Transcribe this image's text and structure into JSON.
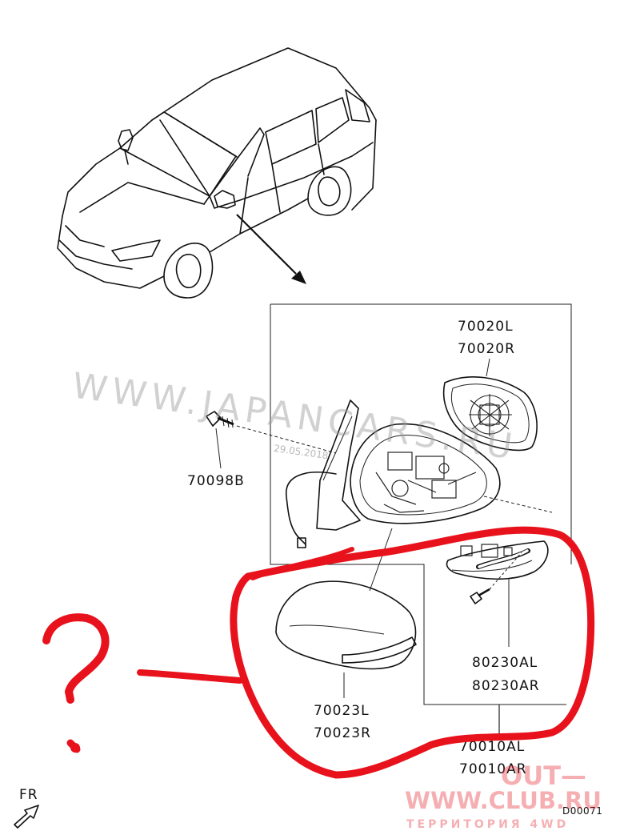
{
  "parts": {
    "glass": [
      "70020L",
      "70020R"
    ],
    "screw": "70098B",
    "cover": [
      "70023L",
      "70023R"
    ],
    "turn_lamp": [
      "80230AL",
      "80230AR"
    ],
    "assembly": [
      "70010AL",
      "70010AR"
    ]
  },
  "direction_label": "FR",
  "diagram_code": "D00071",
  "watermark": {
    "text": "WWW.JAPANCARS.RU",
    "number": "29.05.2018"
  },
  "brand": {
    "line1": "OUT—",
    "line2": "WWW.CLUB.RU",
    "line3": "ТЕРРИТОРИЯ 4WD"
  },
  "annotation": {
    "mark": "?",
    "color": "#e8121c"
  }
}
